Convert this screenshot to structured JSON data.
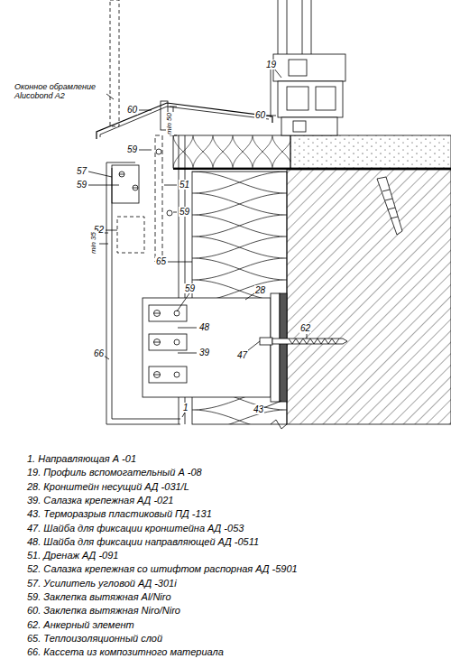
{
  "diagram": {
    "labels": [
      "Оконное обрамление Alucobond A2",
      "19",
      "60",
      "min 50",
      "60",
      "59",
      "57",
      "59",
      "51",
      "59",
      "52",
      "min 35",
      "65",
      "59",
      "28",
      "62",
      "48",
      "66",
      "39",
      "47",
      "43",
      "1",
      "1. Направляющая А -01",
      "19. Профиль вспомогательный А -08",
      "28. Кронштейн несущий АД -031/L",
      "39. Салазка крепежная АД -021",
      "43. Терморазрыв пластиковый ПД -131",
      "47. Шайба для фиксации кронштейна АД -053",
      "48. Шайба для фиксации направляющей АД -0511",
      "51. Дренаж АД -091",
      "52. Салазка крепежная со штифтом распорная АД -5901",
      "57. Усилитель угловой АД -301i",
      "59. Заклепка вытяжная Al/Niro",
      "60. Заклепка вытяжная Niro/Niro",
      "62. Анкерный элемент",
      "65. Теплоизоляционный слой",
      "66. Кассета из композитного материала"
    ]
  }
}
